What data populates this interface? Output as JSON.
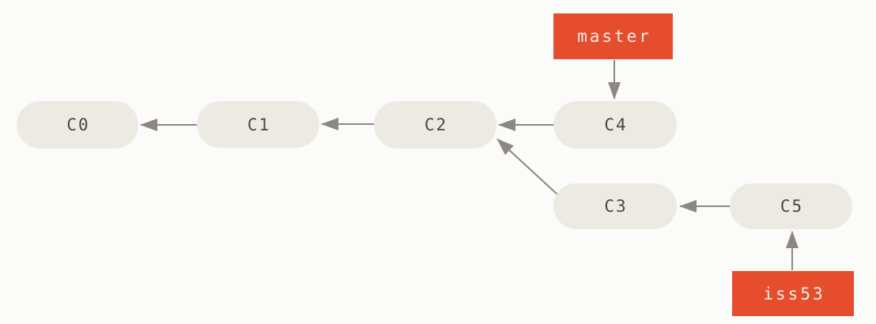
{
  "diagram": {
    "type": "git-commit-graph",
    "background_color": "#fbfbfa",
    "node_fill_color": "#edeae4",
    "node_text_color": "#4e463e",
    "arrow_color": "#8c8781",
    "branch_box_color": "#e64d2d",
    "branch_text_color": "#f3efe9",
    "commits": [
      {
        "id": "C0"
      },
      {
        "id": "C1"
      },
      {
        "id": "C2"
      },
      {
        "id": "C4"
      },
      {
        "id": "C3"
      },
      {
        "id": "C5"
      }
    ],
    "branches": [
      {
        "name": "master",
        "points_to": "C4"
      },
      {
        "name": "iss53",
        "points_to": "C5"
      }
    ],
    "edges": [
      {
        "from": "C1",
        "to": "C0"
      },
      {
        "from": "C2",
        "to": "C1"
      },
      {
        "from": "C4",
        "to": "C2"
      },
      {
        "from": "C3",
        "to": "C2"
      },
      {
        "from": "C5",
        "to": "C3"
      },
      {
        "from": "master",
        "to": "C4"
      },
      {
        "from": "iss53",
        "to": "C5"
      }
    ]
  }
}
